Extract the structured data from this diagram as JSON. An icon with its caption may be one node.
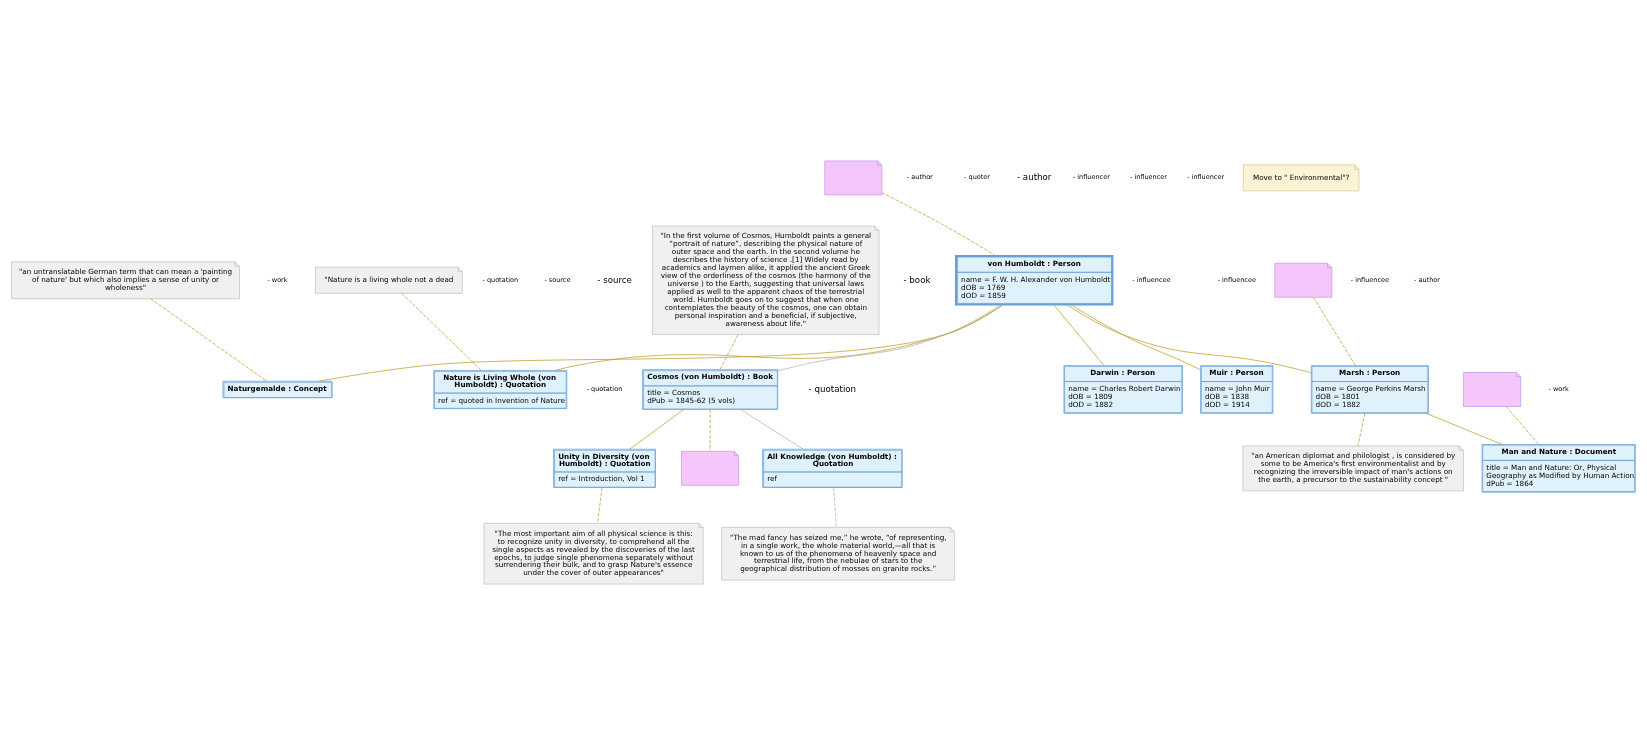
{
  "diagram": {
    "nodes": [
      {
        "text": [
          "\"an untranslatable German term that can mean a 'painting of nature' but which also implies a sense of unity or wholeness\""
        ]
      },
      {
        "text": [
          "\"Nature is a living whole not a dead"
        ]
      },
      {
        "text": [
          "\"In the first volume of Cosmos, Humboldt paints a general “portrait of nature”, describing the physical nature of outer space and the earth. In the second volume he describes the history of science .[1] Widely read by academics and laymen alike, it applied the ancient Greek view of the orderliness of the cosmos (the harmony of the universe ) to the Earth, suggesting that universal laws applied as well to the apparent chaos of the terrestrial world. Humboldt goes on to suggest that when one contemplates the beauty of the cosmos, one can obtain personal inspiration and a beneficial, if subjective, awareness about life.\""
        ]
      },
      {
        "text": [],
        "shape": "box"
      },
      {
        "text": [
          "Naturgemalde : Concept"
        ]
      },
      {
        "text": [
          "Nature is Living Whole (von Humboldt) : Quotation",
          "ref = quoted in Invention of Nature"
        ]
      },
      {
        "text": [
          "von Humboldt : Person",
          "name = F. W. H. Alexander von Humboldt",
          "dOB = 1769",
          "dOD = 1859"
        ]
      },
      {
        "text": [
          "Cosmos (von Humboldt) : Book",
          "title = Cosmos",
          "dPub = 1845-62 (5 vols)"
        ]
      },
      {
        "text": [
          "Unity in Diversity (von Humboldt) : Quotation",
          "ref = Introduction, Vol 1"
        ]
      },
      {
        "text": [
          "\"The most important aim of all physical science is this: to recognize unity in diversity, to comprehend all the single aspects as revealed by the discoveries of the last epochs, to judge single phenomena separately without surrendering their bulk, and to grasp Nature's essence under the cover of outer appearances\""
        ]
      },
      {
        "text": [],
        "shape": "box"
      },
      {
        "text": [
          "All Knowledge (von Humboldt) : Quotation",
          "ref"
        ]
      },
      {
        "text": [
          "“The mad fancy has seized me,” he wrote, “of representing, in a single work, the whole material world,—all that is known to us of the phenomena of heavenly space and terrestrial life, from the nebulae of stars to the geographical distribution of mosses on granite rocks.”"
        ]
      },
      {
        "text": [],
        "shape": "box"
      },
      {
        "text": [
          "Darwin : Person",
          "name = Charles Robert Darwin",
          "dOB = 1809",
          "dOD = 1882"
        ]
      },
      {
        "text": [
          "Muir : Person",
          "name = John Muir",
          "dOB = 1838",
          "dOD = 1914"
        ]
      },
      {
        "text": [
          "Marsh : Person",
          "name = George Perkins Marsh",
          "dOB = 1801",
          "dOD = 1882"
        ]
      },
      {
        "text": [
          "\"an American diplomat and philologist , is considered by some to be America's first environmentalist and by recognizing the irreversible impact of man's actions on the earth, a precursor to the sustainability concept \""
        ]
      },
      {
        "text": [
          "Move to \" Environmental\"?"
        ]
      },
      {
        "text": [],
        "shape": "box"
      },
      {
        "text": [
          "Man and Nature : Document",
          "title = Man and Nature: Or, Physical Geography as Modified by Human Action",
          "dPub = 1864"
        ]
      }
    ],
    "edges": [
      {
        "from": 3,
        "to": 6,
        "arrow": "none",
        "style": "dashed"
      },
      {
        "from": 0,
        "to": 4,
        "arrow": "none",
        "style": "dashed"
      },
      {
        "from": 6,
        "to": 4,
        "arrow": "none"
      },
      {
        "from": 1,
        "to": 5,
        "arrow": "none",
        "style": "dashed"
      },
      {
        "from": 6,
        "to": 5,
        "arrow": "none"
      },
      {
        "from": 2,
        "to": 7,
        "arrow": "none",
        "style": "dashed"
      },
      {
        "from": 6,
        "to": 7,
        "arrow": "none",
        "color": "#b0b0b0"
      },
      {
        "from": 7,
        "to": 8,
        "arrow": "none"
      },
      {
        "from": 8,
        "to": 9,
        "arrow": "none",
        "style": "dashed"
      },
      {
        "from": 7,
        "to": 10,
        "arrow": "none",
        "style": "dashed"
      },
      {
        "from": 7,
        "to": 11,
        "arrow": "none",
        "color": "#b0b0b0"
      },
      {
        "from": 11,
        "to": 12,
        "arrow": "none",
        "style": "dashed",
        "color": "#b0b0b0"
      },
      {
        "from": 6,
        "to": 14,
        "arrow": "none"
      },
      {
        "from": 6,
        "to": 15,
        "arrow": "none"
      },
      {
        "from": 6,
        "to": 16,
        "arrow": "none"
      },
      {
        "from": 13,
        "to": 16,
        "arrow": "none",
        "style": "dashed"
      },
      {
        "from": 16,
        "to": 17,
        "arrow": "none",
        "style": "dashed"
      },
      {
        "from": 16,
        "to": 20,
        "arrow": "none"
      },
      {
        "from": 19,
        "to": 20,
        "arrow": "none",
        "style": "dashed"
      }
    ],
    "labels": [
      "- work",
      "- author",
      "- quotation",
      "- quoter",
      "- author",
      "- book",
      "- source",
      "- quotation",
      "- source",
      "- quotation",
      "- influencer",
      "- influencer",
      "- influencer",
      "- influencee",
      "- influencee",
      "- influencee",
      "- author",
      "- work"
    ]
  }
}
